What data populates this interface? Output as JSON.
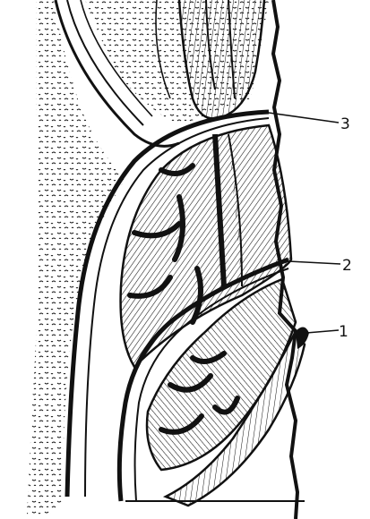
{
  "figure": {
    "colors": {
      "ink": "#111111",
      "paper": "#ffffff"
    },
    "callouts": [
      {
        "id": "c3",
        "label": "3"
      },
      {
        "id": "c2",
        "label": "2"
      },
      {
        "id": "c1",
        "label": "1"
      }
    ]
  }
}
